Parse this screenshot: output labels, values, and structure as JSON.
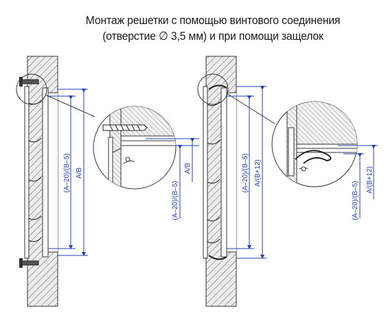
{
  "title": {
    "line1": "Монтаж решетки с помощью винтового соединения",
    "line2": "(отверстие ∅ 3,5 мм) и при помощи защелок"
  },
  "labels": {
    "left_inner": "(A–20)/(B–5)",
    "left_outer": "A/B",
    "left_detail_outer": "A/B",
    "left_detail_inner": "(A–20)/(B–5)",
    "right_inner": "(A–20)/(B–5)",
    "right_outer": "A/(B+12)",
    "right_detail_inner": "(A–20)/(B–5)",
    "right_detail_outer": "A/(B+12)"
  },
  "colors": {
    "dimension": "#1f3fbf",
    "line": "#2a2a2a",
    "hatch": "#444444",
    "wall_fill": "#e8e8e8"
  }
}
